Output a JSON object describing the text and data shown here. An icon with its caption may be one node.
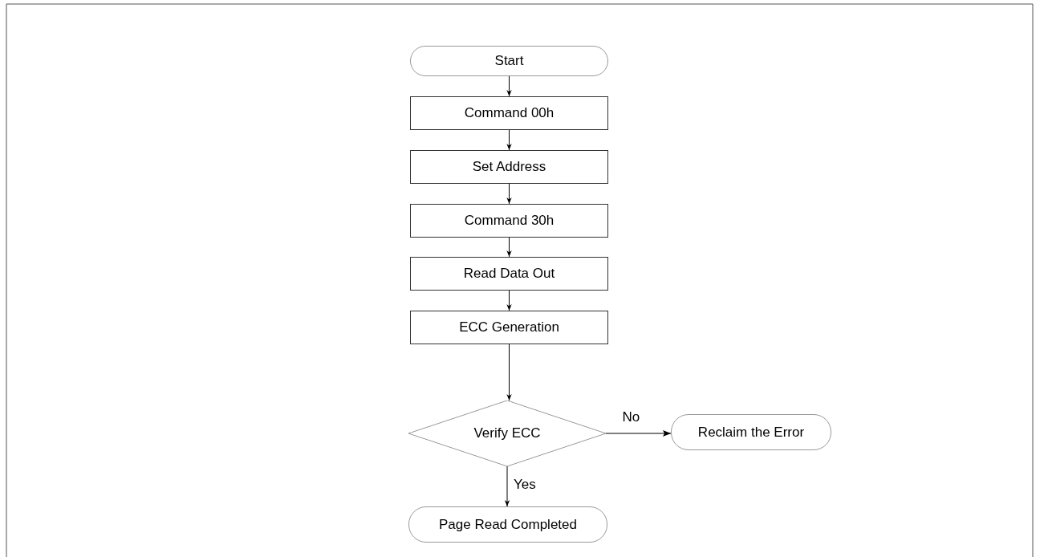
{
  "diagram": {
    "nodes": [
      {
        "text": [
          "Start"
        ]
      },
      {
        "text": [
          "Command 00h"
        ]
      },
      {
        "text": [
          "Set Address"
        ]
      },
      {
        "text": [
          "Command 30h"
        ]
      },
      {
        "text": [
          "Read Data Out"
        ]
      },
      {
        "text": [
          "ECC Generation"
        ]
      },
      {
        "text": [
          "Verify ECC"
        ]
      },
      {
        "text": [
          "Reclaim the Error"
        ]
      },
      {
        "text": [
          "Page Read Completed"
        ]
      }
    ],
    "edges": [
      {
        "from": 0,
        "to": 1,
        "arrow": "to"
      },
      {
        "from": 1,
        "to": 2,
        "arrow": "to"
      },
      {
        "from": 2,
        "to": 3,
        "arrow": "to"
      },
      {
        "from": 3,
        "to": 4,
        "arrow": "to"
      },
      {
        "from": 4,
        "to": 5,
        "arrow": "to"
      },
      {
        "from": 5,
        "to": 6,
        "arrow": "to"
      },
      {
        "from": 6,
        "to": 7,
        "arrow": "to",
        "label": "No"
      },
      {
        "from": 6,
        "to": 8,
        "arrow": "to",
        "label": "Yes"
      }
    ]
  }
}
